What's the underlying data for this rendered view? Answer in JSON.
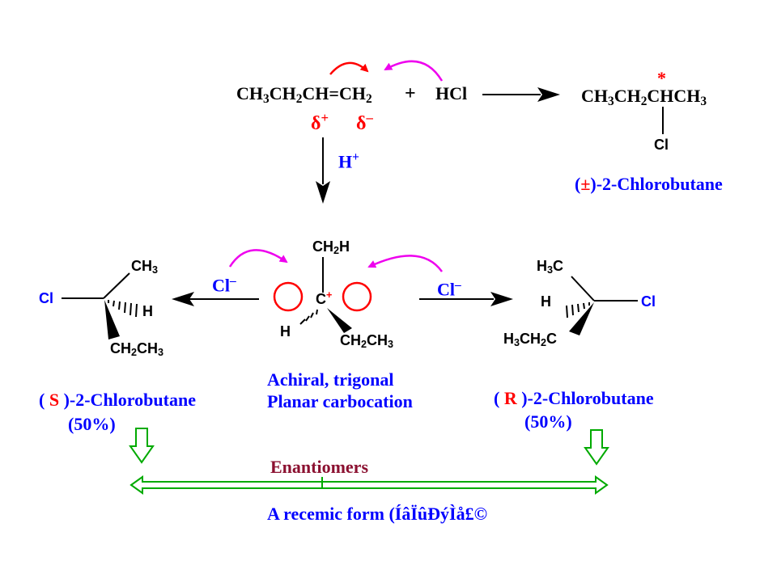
{
  "colors": {
    "black": "#000000",
    "blue": "#0000ff",
    "red": "#ff0000",
    "magenta": "#ee00ee",
    "green": "#00aa00",
    "maroon": "#8b1030"
  },
  "top": {
    "alkene": {
      "p1": "CH",
      "s1": "3",
      "p2": "CH",
      "s2": "2",
      "p3": "CH=CH",
      "s3": "2"
    },
    "plus": "+",
    "reagent": "HCl",
    "delta_plus": {
      "sym": "δ",
      "sign": "+"
    },
    "delta_minus": {
      "sym": "δ",
      "sign": "–"
    },
    "product": {
      "p1": "CH",
      "s1": "3",
      "p2": "CH",
      "s2": "2",
      "p3": "CHCH",
      "s3": "3"
    },
    "stereocenter_mark": "*",
    "product_cl": "Cl",
    "product_name": {
      "open": "(",
      "sign": "±",
      "rest": ")-2-Chlorobutane"
    },
    "proton": {
      "sym": "H",
      "charge": "+"
    }
  },
  "carbocation": {
    "top_group": {
      "a": "CH",
      "sub": "2",
      "b": "H"
    },
    "center": {
      "sym": "C",
      "charge": "+"
    },
    "h": "H",
    "bottom_group": {
      "a": "CH",
      "s1": "2",
      "b": "CH",
      "s2": "3"
    },
    "desc_line1": "Achiral, trigonal",
    "desc_line2": "Planar carbocation"
  },
  "left_attack": {
    "ion": "Cl",
    "charge": "–"
  },
  "right_attack": {
    "ion": "Cl",
    "charge": "–"
  },
  "s_product": {
    "ch3": {
      "a": "CH",
      "sub": "3"
    },
    "cl": "Cl",
    "h": "H",
    "ethyl": {
      "a": "CH",
      "s1": "2",
      "b": "CH",
      "s2": "3"
    },
    "name": {
      "open": "( ",
      "config": "S",
      "rest": " )-2-Chlorobutane"
    },
    "percent": "(50%)"
  },
  "r_product": {
    "ch3": {
      "a": "H",
      "sub": "3",
      "b": "C"
    },
    "h": "H",
    "cl": "Cl",
    "ethyl": {
      "a": "H",
      "s1": "3",
      "b": "CH",
      "s2": "2",
      "c": "C"
    },
    "name": {
      "open": "( ",
      "config": "R",
      "rest": " )-2-Chlorobutane"
    },
    "percent": "(50%)"
  },
  "bottom": {
    "relation": "Enantiomers",
    "racemic_label": "A recemic form (ÍâÏûÐýÌå£©"
  }
}
